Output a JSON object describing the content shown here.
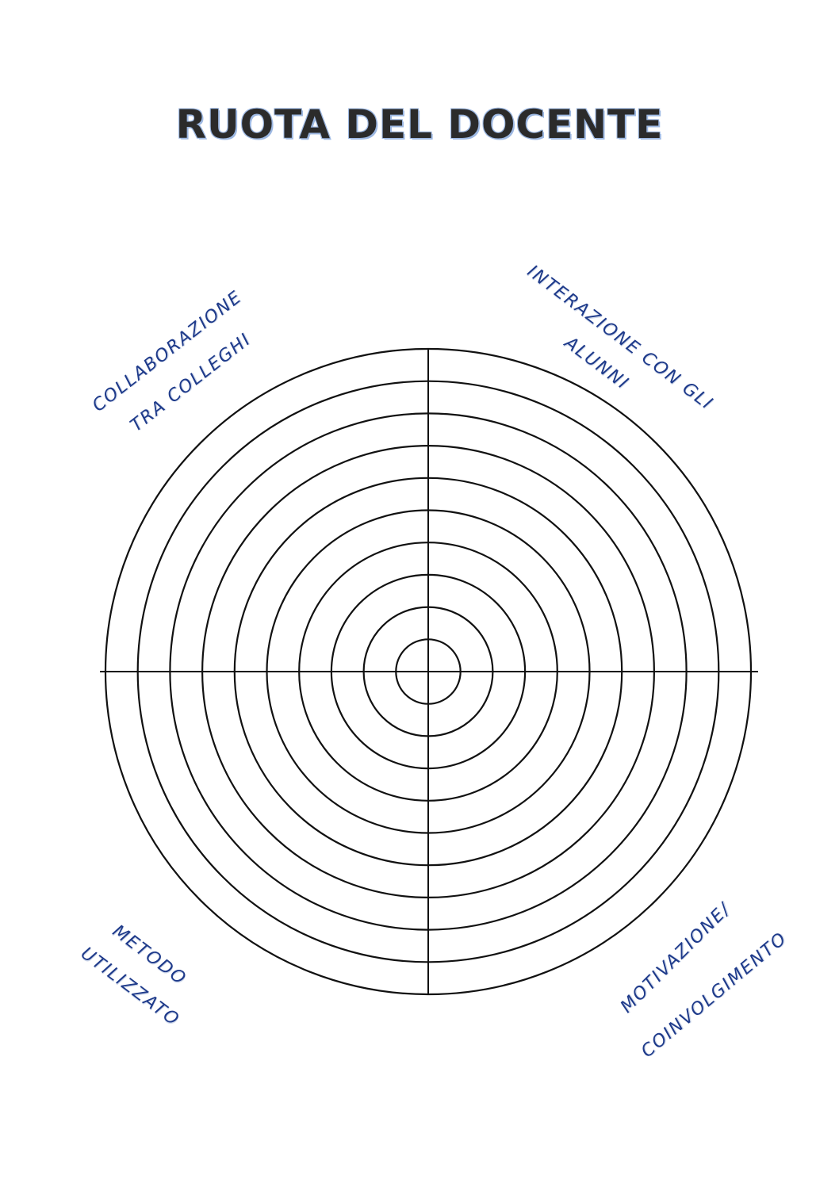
{
  "title": "RUOTA DEL DOCENTE",
  "rings": 10,
  "labels": {
    "top_left": [
      "COLLABORAZIONE",
      "TRA COLLEGHI"
    ],
    "top_right": [
      "INTERAZIONE CON GLI",
      "ALUNNI"
    ],
    "bottom_left": [
      "METODO",
      "UTILIZZATO"
    ],
    "bottom_right": [
      "MOTIVAZIONE/",
      "COINVOLGIMENTO"
    ]
  },
  "colors": {
    "label": "#1e3a8a",
    "title": "#2b2b2b",
    "title_outline": "#9db8e2",
    "line": "#111111"
  }
}
